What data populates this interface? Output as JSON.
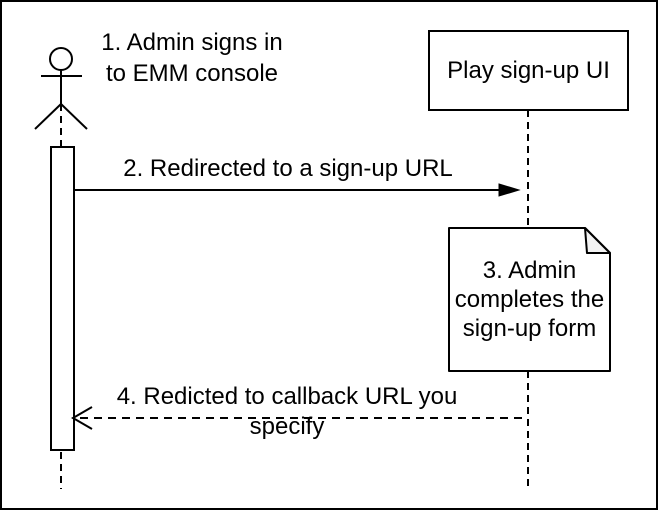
{
  "diagram": {
    "type": "sequence-diagram",
    "actor": {
      "step_label": "1. Admin signs in\nto EMM console"
    },
    "participant": {
      "title": "Play sign-up UI"
    },
    "messages": [
      {
        "label": "2. Redirected to a sign-up URL",
        "style": "solid",
        "direction": "right"
      },
      {
        "label": "4. Redicted to callback URL you specify",
        "style": "dashed",
        "direction": "left"
      }
    ],
    "note": {
      "text": "3. Admin\ncompletes the\nsign-up form"
    },
    "colors": {
      "stroke": "#000000",
      "fill": "#ffffff",
      "note_fold": "#f2f2f2"
    }
  }
}
